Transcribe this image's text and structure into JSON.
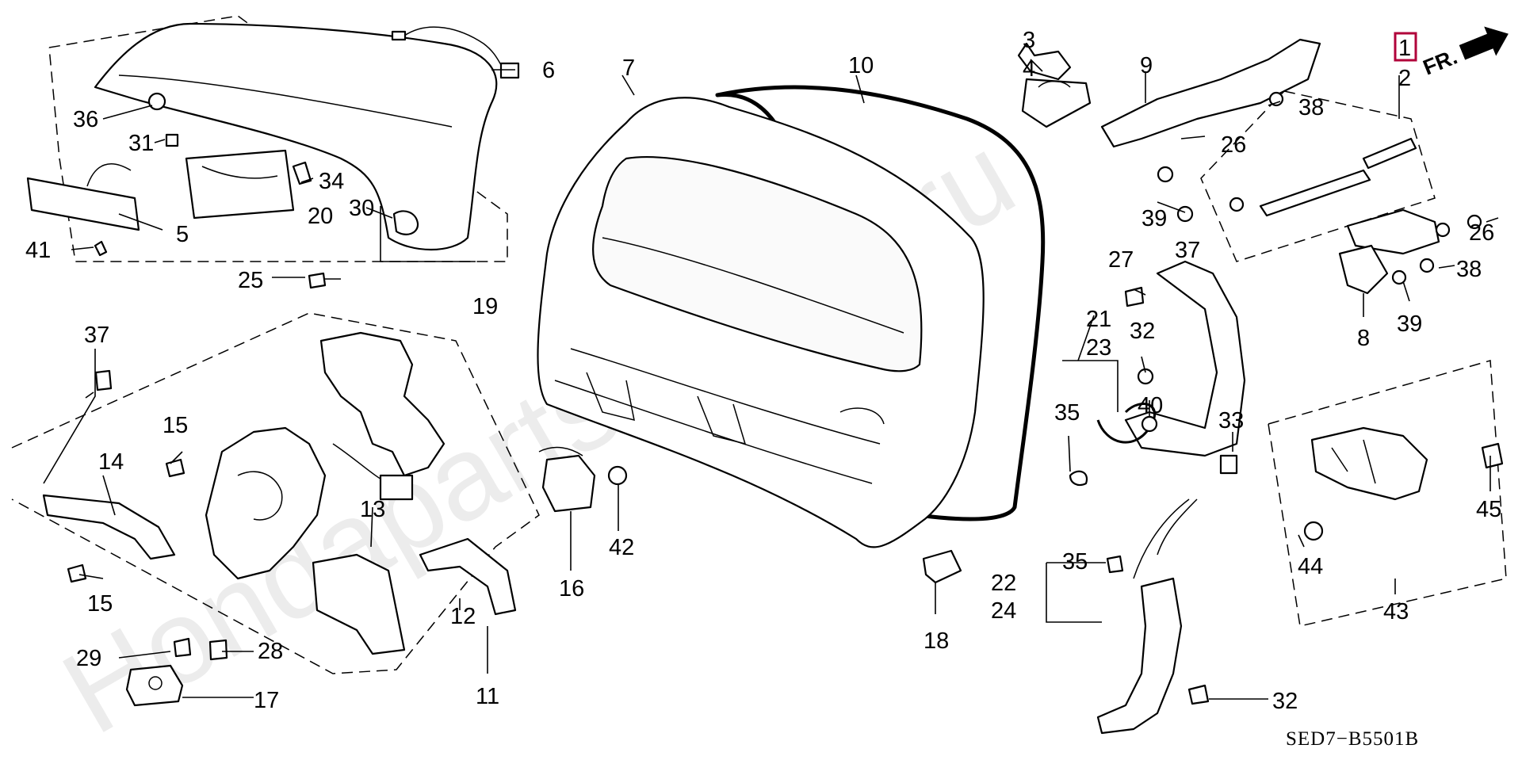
{
  "watermark": "Hondapartsonline.ru",
  "diagram_code": "SED7−B5501B",
  "direction_label": "FR.",
  "highlighted_callout": "1",
  "callouts": {
    "c1": "1",
    "c2": "2",
    "c3": "3",
    "c4": "4",
    "c5": "5",
    "c6": "6",
    "c7": "7",
    "c8": "8",
    "c9": "9",
    "c10": "10",
    "c11": "11",
    "c12": "12",
    "c13": "13",
    "c14": "14",
    "c15a": "15",
    "c15b": "15",
    "c16": "16",
    "c17": "17",
    "c18": "18",
    "c19": "19",
    "c20": "20",
    "c21": "21",
    "c22": "22",
    "c23": "23",
    "c24": "24",
    "c25": "25",
    "c26a": "26",
    "c26b": "26",
    "c27": "27",
    "c28": "28",
    "c29": "29",
    "c30": "30",
    "c31": "31",
    "c32a": "32",
    "c32b": "32",
    "c33": "33",
    "c34": "34",
    "c35a": "35",
    "c35b": "35",
    "c36": "36",
    "c37a": "37",
    "c37b": "37",
    "c38a": "38",
    "c38b": "38",
    "c39a": "39",
    "c39b": "39",
    "c40": "40",
    "c41": "41",
    "c42": "42",
    "c43": "43",
    "c44": "44",
    "c45": "45"
  }
}
